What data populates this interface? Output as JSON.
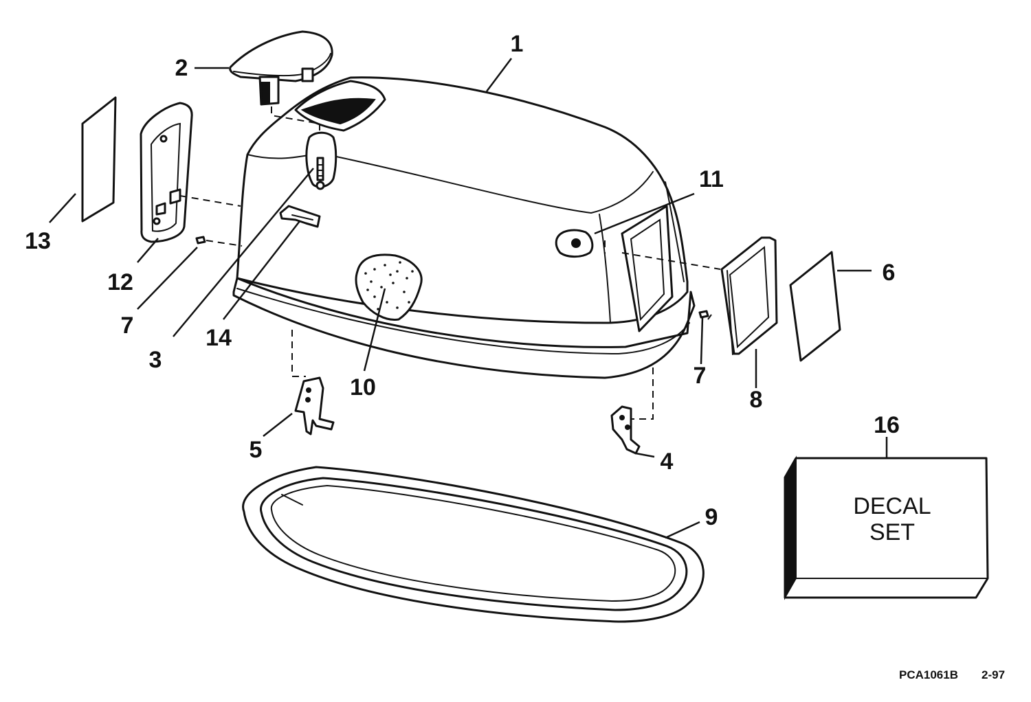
{
  "diagram": {
    "callouts": [
      "1",
      "2",
      "3",
      "4",
      "5",
      "6",
      "7",
      "7",
      "8",
      "9",
      "10",
      "11",
      "12",
      "13",
      "14",
      "16"
    ],
    "decal_box": {
      "line1": "DECAL",
      "line2": "SET"
    },
    "footer": {
      "figure_code": "PCA1061B",
      "date_code": "2-97"
    }
  }
}
